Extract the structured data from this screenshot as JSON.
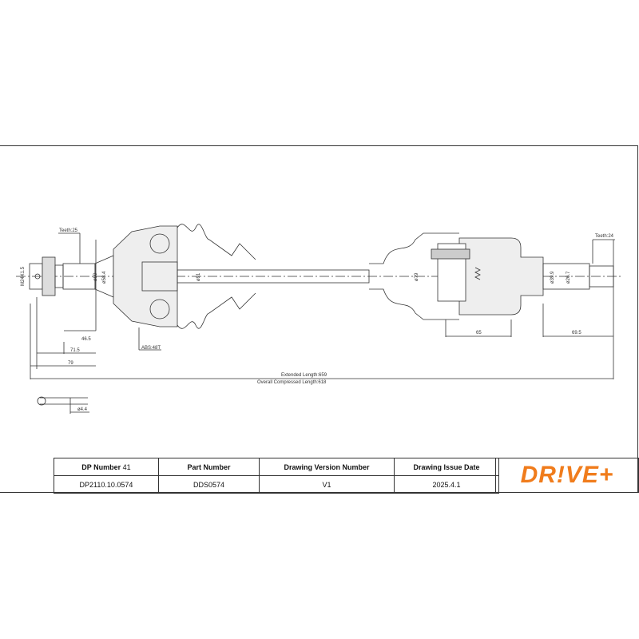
{
  "drawing": {
    "teeth_left": "Teeth:25",
    "teeth_right": "Teeth:24",
    "thread": "M24X1.5",
    "d_left_outer": "ø80",
    "d_left_inner": "ø58.4",
    "d_boot_left": "ø91",
    "d_boot_right": "ø79",
    "d_right_outer": "ø39.9",
    "d_right_inner": "ø26.7",
    "len_46_5": "46.5",
    "len_71_5": "71.5",
    "len_79": "79",
    "abs": "ABS:48T",
    "len_65": "65",
    "len_69_5": "69.5",
    "extended": "Extended  Length:659",
    "compressed": "Overall  Compressed  Length:618",
    "pin": "ø4.4"
  },
  "table": {
    "headers": {
      "dp": "DP Number",
      "dp_count": "41",
      "part": "Part Number",
      "version": "Drawing Version Number",
      "date": "Drawing Issue Date"
    },
    "values": {
      "dp": "DP2110.10.0574",
      "part": "DDS0574",
      "version": "V1",
      "date": "2025.4.1"
    }
  },
  "logo": "DR!VE+",
  "colors": {
    "brand": "#f07c1c",
    "line": "#333333"
  }
}
